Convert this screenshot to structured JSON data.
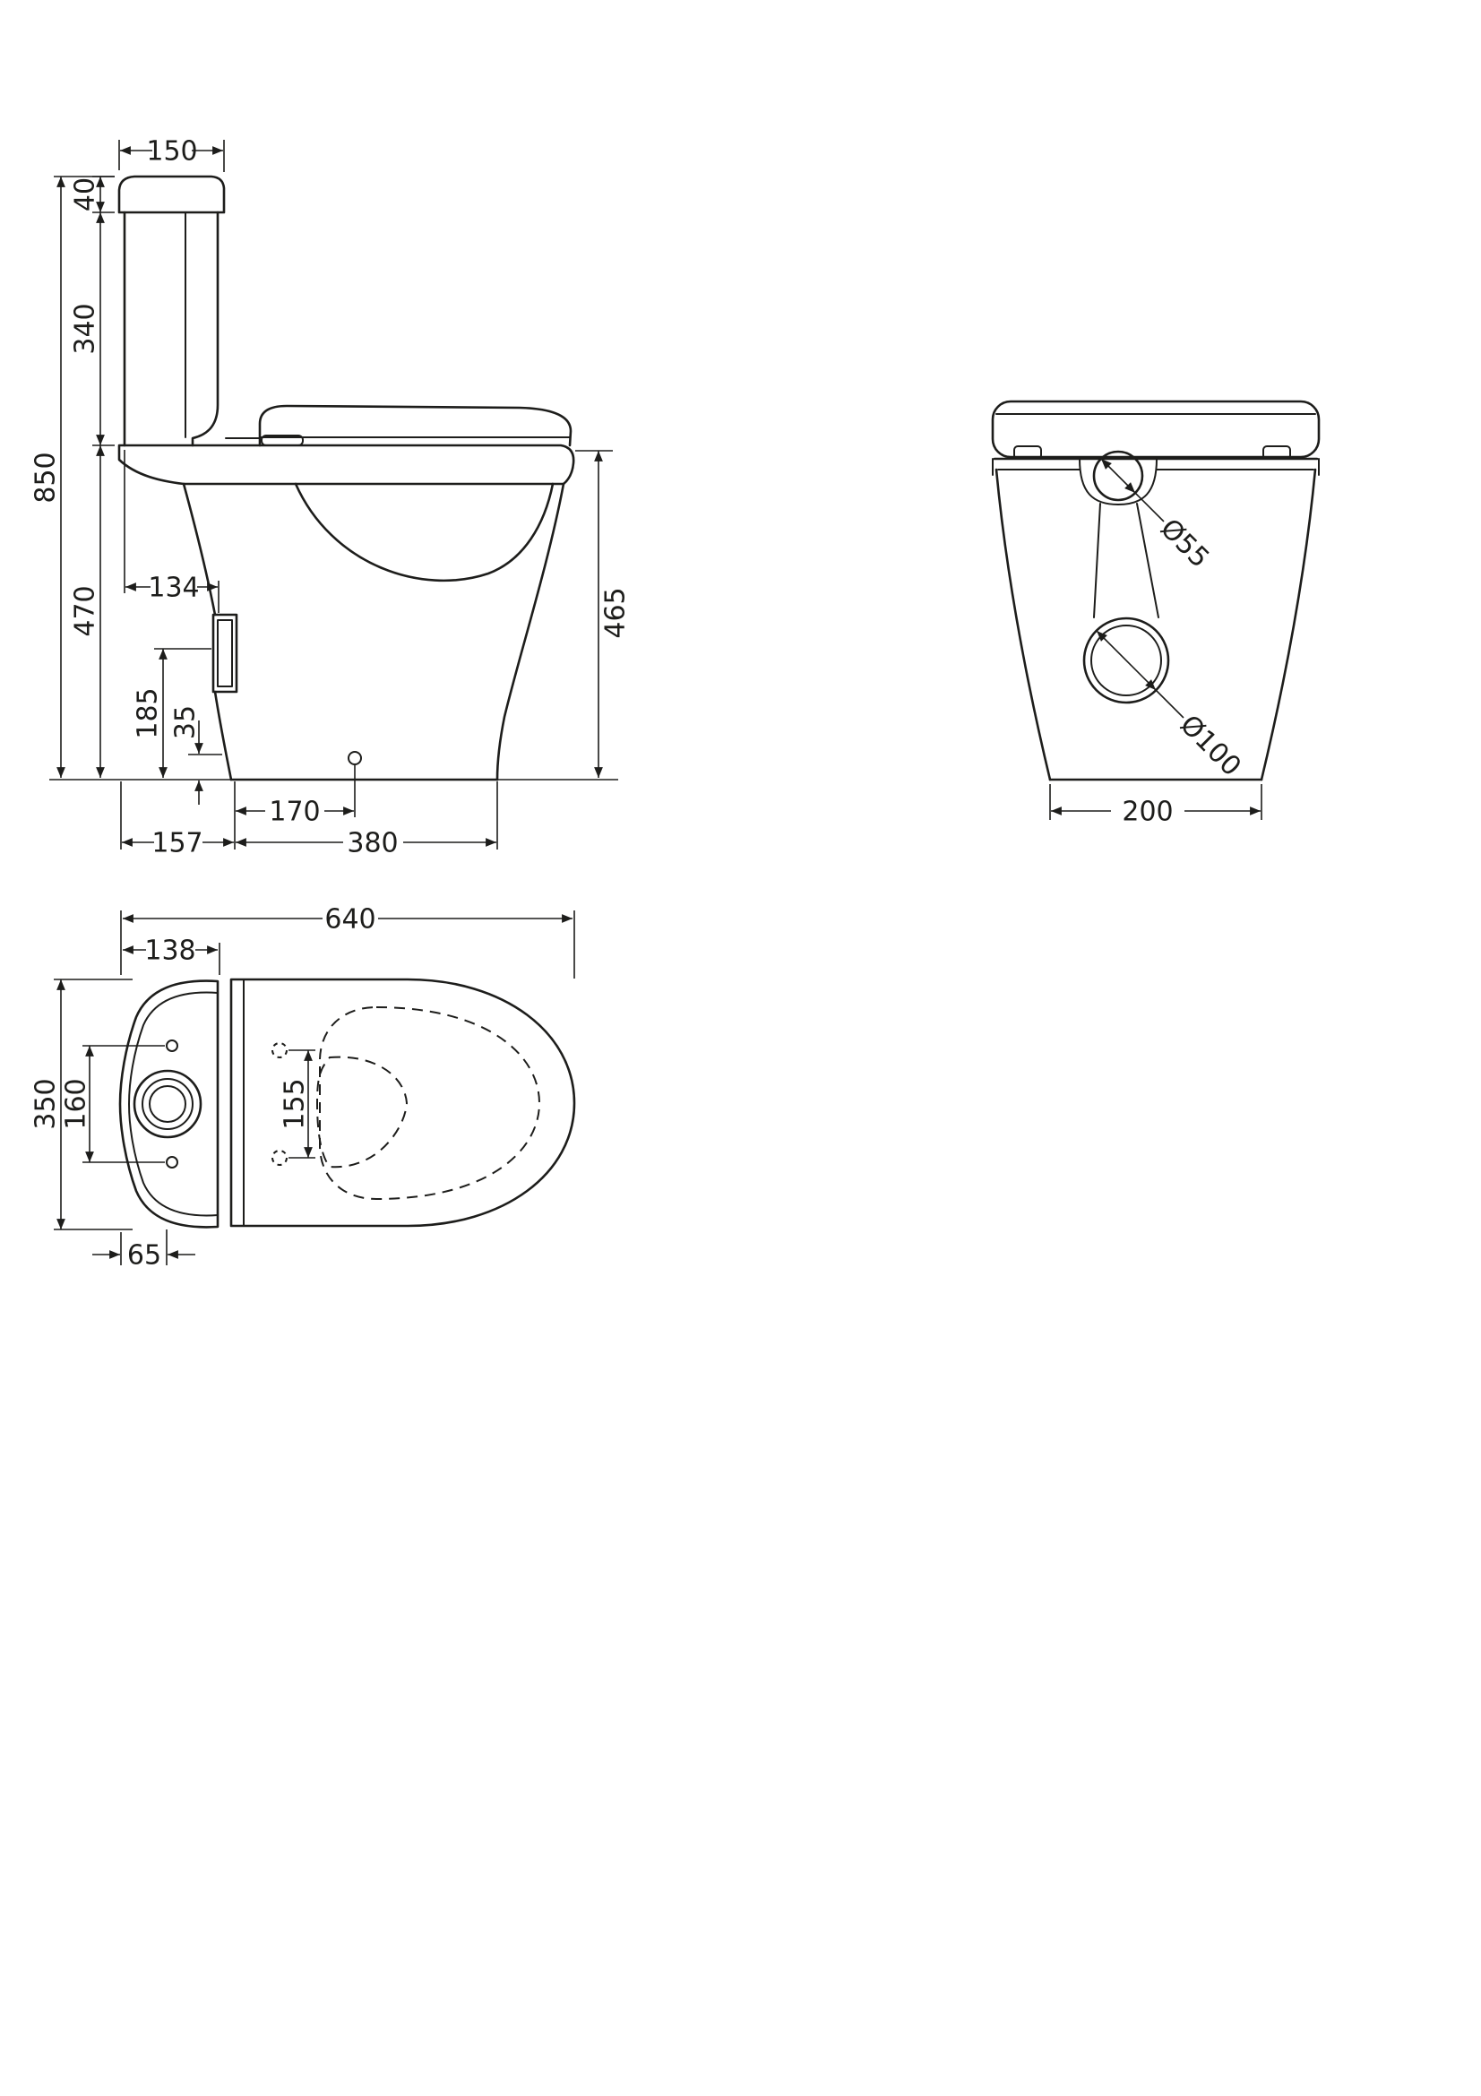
{
  "page": {
    "background": "#ffffff",
    "line_color": "#1d1d1b"
  },
  "views": {
    "side": {
      "cistern_width": "150",
      "lid_height": "40",
      "cistern_body_height": "340",
      "overall_height": "850",
      "pan_height": "470",
      "inlet_offset": "134",
      "outlet_height": "185",
      "fixing_height": "35",
      "fixing_depth": "170",
      "rear_depth": "157",
      "base_depth": "380",
      "rim_height": "465"
    },
    "front": {
      "inlet_diameter": "Ø55",
      "outlet_diameter": "Ø100",
      "base_width": "200"
    },
    "top": {
      "overall_depth": "640",
      "cistern_depth": "138",
      "overall_width": "350",
      "bolt_spacing": "160",
      "hinge_spacing": "155",
      "rear_offset": "65"
    }
  }
}
